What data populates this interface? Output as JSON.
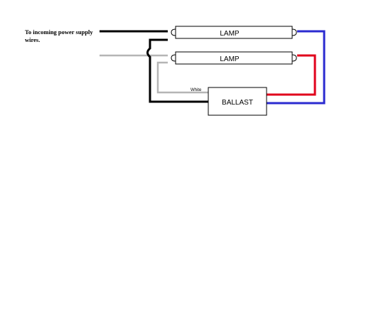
{
  "supply_note": "To incoming power supply wires.",
  "lamps": [
    {
      "label": "LAMP"
    },
    {
      "label": "LAMP"
    }
  ],
  "ballast": {
    "label": "BALLAST"
  },
  "wire_label": "White",
  "colors": {
    "black_wire": "#000000",
    "white_wire": "#b5b5b5",
    "red_wire": "#e0001b",
    "blue_wire": "#2b2bd0",
    "outline": "#000000"
  }
}
